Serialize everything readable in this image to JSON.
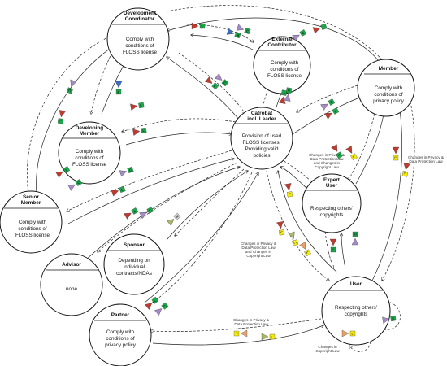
{
  "nodes": [
    {
      "id": "dev_coord",
      "title_lines": [
        "Development",
        "Coordinator"
      ],
      "desc_lines": [
        "Comply with",
        "conditions of",
        "FLOSS license"
      ]
    },
    {
      "id": "ext_contrib",
      "title_lines": [
        "External",
        "Contributor"
      ],
      "desc_lines": [
        "Comply with",
        "conditions of",
        "FLOSS license"
      ]
    },
    {
      "id": "member",
      "title_lines": [
        "Member"
      ],
      "desc_lines": [
        "Comply with",
        "conditions of",
        "privacy policy"
      ]
    },
    {
      "id": "catrobat",
      "title_lines": [
        "Catrobat",
        "incl. Leader"
      ],
      "desc_lines": [
        "Provision of used",
        "FLOSS licenses.",
        "Providing valid",
        "policies"
      ]
    },
    {
      "id": "developing",
      "title_lines": [
        "Developing",
        "Member"
      ],
      "desc_lines": [
        "Comply with",
        "conditions of",
        "FLOSS license"
      ]
    },
    {
      "id": "expert",
      "title_lines": [
        "Expert",
        "User"
      ],
      "desc_lines": [
        "Respecting others'",
        "copyrights"
      ]
    },
    {
      "id": "senior",
      "title_lines": [
        "Senior",
        "Member"
      ],
      "desc_lines": [
        "Comply with",
        "conditions of",
        "FLOSS license"
      ]
    },
    {
      "id": "sponsor",
      "title_lines": [
        "Sponsor"
      ],
      "desc_lines": [
        "Depending on",
        "individual",
        "contracts/NDAs"
      ]
    },
    {
      "id": "advisor",
      "title_lines": [
        "Advisor"
      ],
      "desc_lines": [
        "none"
      ]
    },
    {
      "id": "user",
      "title_lines": [
        "User"
      ],
      "desc_lines": [
        "Respecting others'",
        "copyrights"
      ]
    },
    {
      "id": "partner",
      "title_lines": [
        "Partner"
      ],
      "desc_lines": [
        "Comply with",
        "conditions of",
        "privacy policy"
      ]
    }
  ],
  "edge_labels": [
    {
      "id": "lbl_catrobat_expert",
      "lines": [
        "Changes in Privacy &",
        "Data Protection Law",
        "and Changes in",
        "Copyright Law"
      ]
    },
    {
      "id": "lbl_member_right",
      "lines": [
        "Changes in Privacy &",
        "Data Protection Law"
      ]
    },
    {
      "id": "lbl_catrobat_user",
      "lines": [
        "Changes in Privacy &",
        "Data Protection Law",
        "and Changes in",
        "Copyright Law"
      ]
    },
    {
      "id": "lbl_partner_user",
      "lines": [
        "Changes in Privacy &",
        "Data Protection Law"
      ]
    },
    {
      "id": "lbl_user_bottom",
      "lines": [
        "Changes in",
        "Copyright Law"
      ]
    }
  ],
  "marker_letters": {
    "L": "L",
    "C": "C",
    "M": "M"
  },
  "colors": {
    "green_box": "#1aa84a",
    "yellow_box": "#f4ea12",
    "red_triangle": "#c23a2e",
    "purple_triangle": "#a48ac8",
    "blue_triangle": "#3a6fc0",
    "orange_triangle": "#e8a06a",
    "olive_triangle": "#a9b86a",
    "gray_box": "#cfcfcf"
  }
}
